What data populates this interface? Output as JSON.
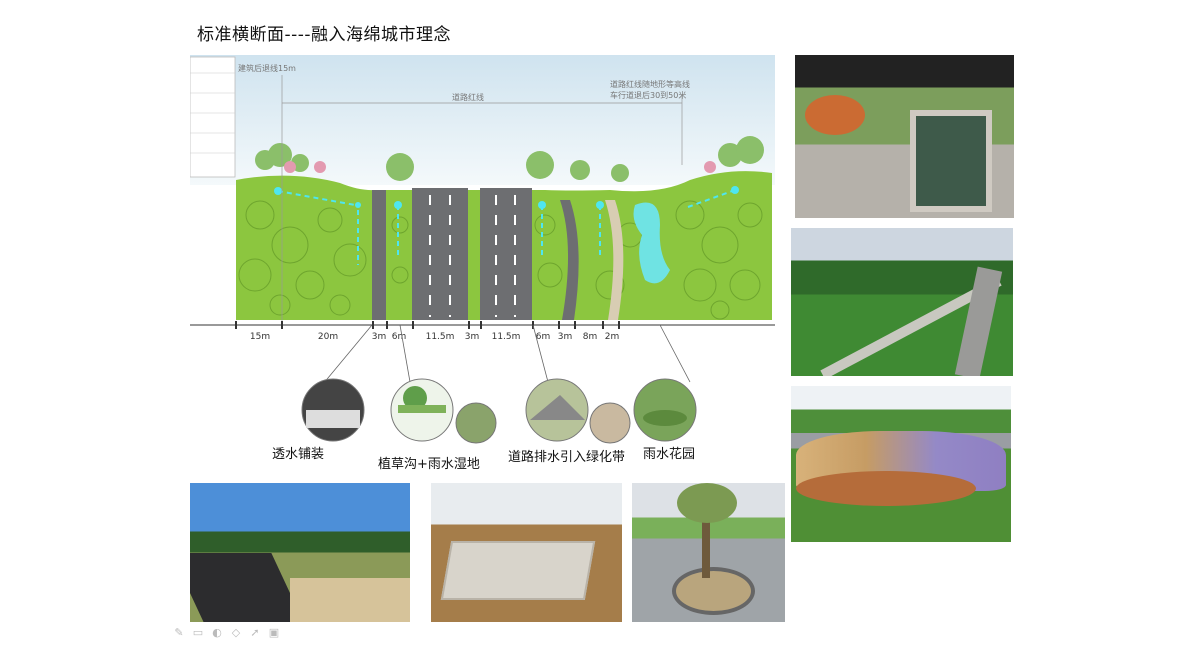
{
  "title": "标准横断面----融入海绵城市理念",
  "section": {
    "setback_label": "建筑后退线15m",
    "red_line_label": "道路红线",
    "note_line1": "道路红线随地形等高线",
    "note_line2": "车行道退后30到50米",
    "dimensions": [
      "15m",
      "20m",
      "3m",
      "6m",
      "11.5m",
      "3m",
      "11.5m",
      "6m",
      "3m",
      "8m",
      "2m"
    ]
  },
  "callouts": [
    {
      "label": "透水铺装"
    },
    {
      "label": "植草沟+雨水湿地"
    },
    {
      "label": "道路排水引入绿化带"
    },
    {
      "label": "雨水花园"
    }
  ],
  "colors": {
    "grass": "#8cc63f",
    "road": "#6d6e71",
    "water": "#6fe3e3",
    "sky": "#dfeef5"
  },
  "toolbar": {
    "icons": [
      "pen-icon",
      "keyboard-icon",
      "eraser-icon",
      "highlighter-icon",
      "pointer-icon",
      "camera-icon"
    ]
  }
}
